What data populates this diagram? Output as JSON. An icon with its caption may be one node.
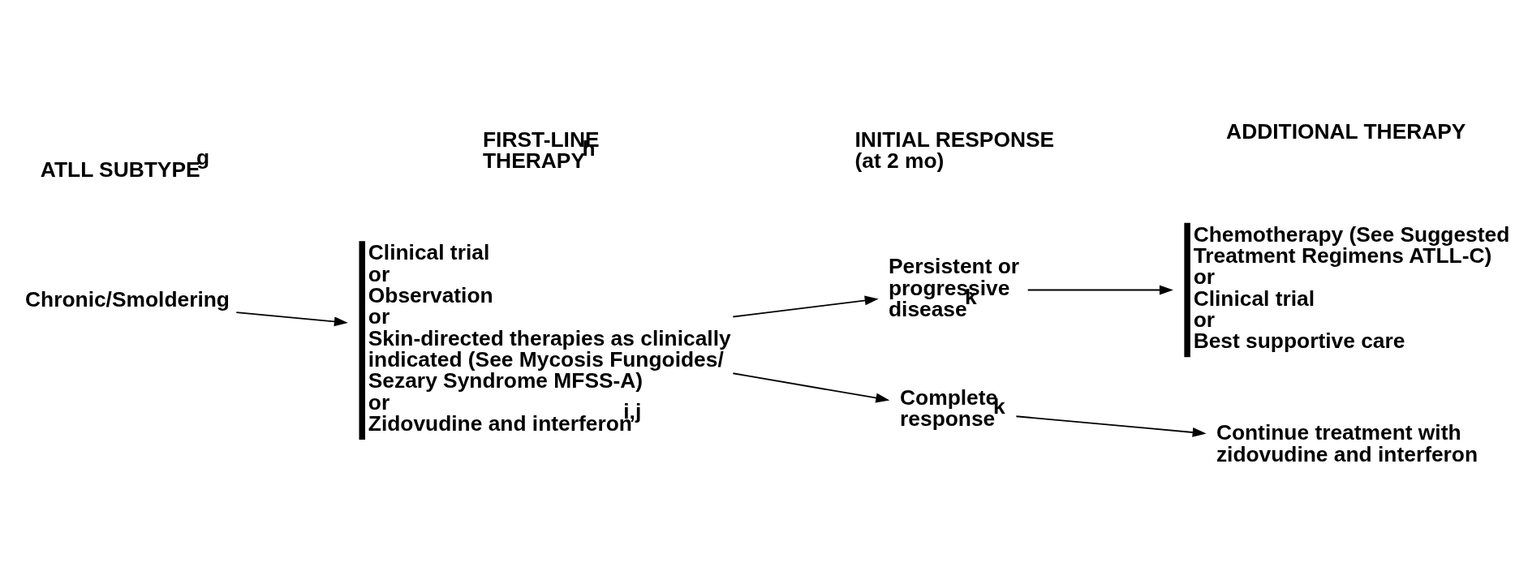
{
  "diagram": {
    "nodes": [
      {
        "text": [
          "Chronic/Smoldering"
        ]
      },
      {
        "text": [
          "Clinical trial",
          "or",
          "Observation",
          "or",
          "Skin-directed therapies as clinically indicated (See Mycosis Fungoides/ Sezary Syndrome MFSS-A)",
          "or",
          "Zidovudine and interferon$^{i,j}$"
        ]
      },
      {
        "text": [
          "Complete response$^{k}$"
        ]
      },
      {
        "text": [
          "Persistent or progressive disease$^{k}$"
        ]
      },
      {
        "text": [
          "Continue treatment with zidovudine and interferon"
        ]
      },
      {
        "text": [
          "Chemotherapy (See Suggested Treatment Regimens ATLL-C)",
          "or",
          "Clinical trial",
          "or",
          "Best supportive care"
        ]
      }
    ],
    "edges": [
      {
        "from": 0,
        "to": 1,
        "arrow": "to"
      },
      {
        "from": 1,
        "to": 2,
        "arrow": "to"
      },
      {
        "from": 1,
        "to": 3,
        "arrow": "to"
      },
      {
        "from": 2,
        "to": 4,
        "arrow": "to"
      },
      {
        "from": 3,
        "to": 5,
        "arrow": "to"
      }
    ],
    "labels": [
      "ATLL SUBTYPE$^{g}$",
      "FIRST-LINE THERAPY$^{h}$",
      "INITIAL RESPONSE (at 2 mo)",
      "ADDITIONAL THERAPY"
    ]
  }
}
